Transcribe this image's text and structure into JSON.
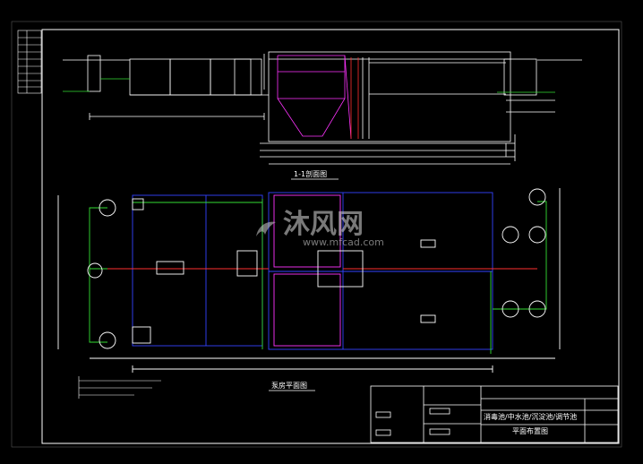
{
  "drawing": {
    "section_title": "1-1剖面图",
    "plan_title": "泵房平面图",
    "title_block": {
      "drawing_name": "消毒池/中水池/沉淀池/调节池",
      "sheet_name": "平面布置图"
    }
  },
  "watermark": {
    "brand_cn": "沐风网",
    "brand_url": "www.mfcad.com"
  },
  "colors": {
    "background": "#000000",
    "line": "#ffffff",
    "pipe_green": "#33dd33",
    "wall_blue": "#3344ff",
    "highlight_magenta": "#ff33ff",
    "pipe_red": "#ff3030",
    "water_cyan": "#33dddd"
  }
}
